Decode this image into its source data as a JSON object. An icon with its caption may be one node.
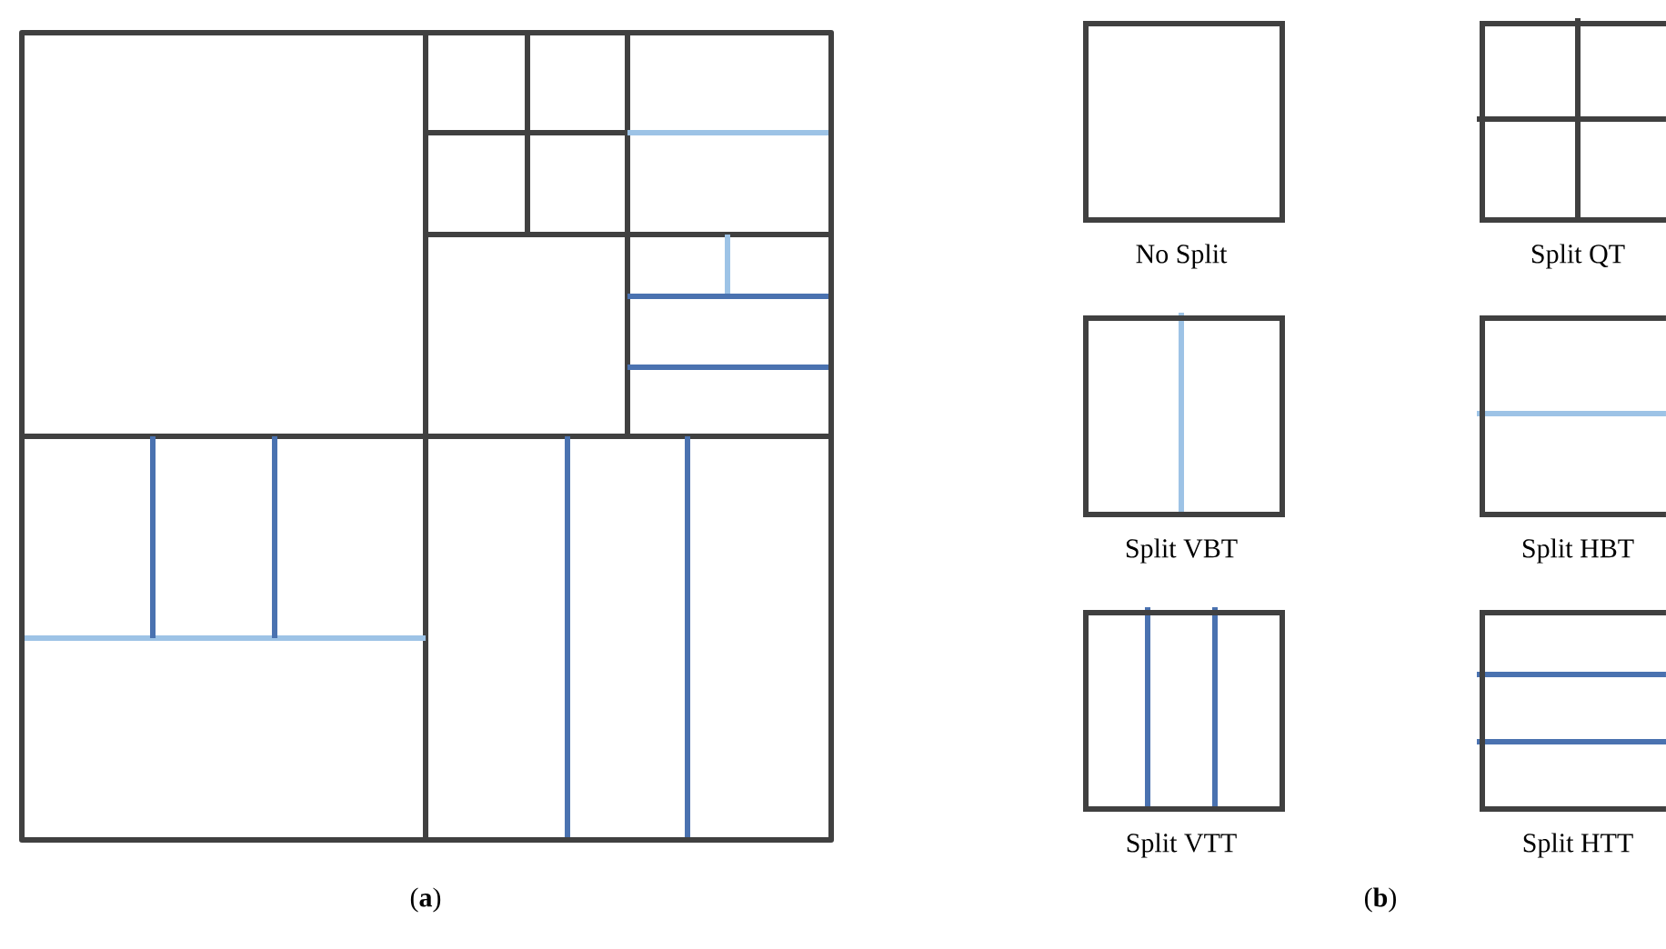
{
  "diagram": {
    "nodes": [
      {
        "text": [
          "No Split"
        ]
      },
      {
        "text": [
          "Split QT"
        ]
      },
      {
        "text": [
          "Split VBT"
        ]
      },
      {
        "text": [
          "Split HBT"
        ]
      },
      {
        "text": [
          "Split VTT"
        ]
      },
      {
        "text": [
          "Split HTT"
        ]
      }
    ],
    "labels": [
      "(**a**)",
      "(**b**)"
    ]
  }
}
